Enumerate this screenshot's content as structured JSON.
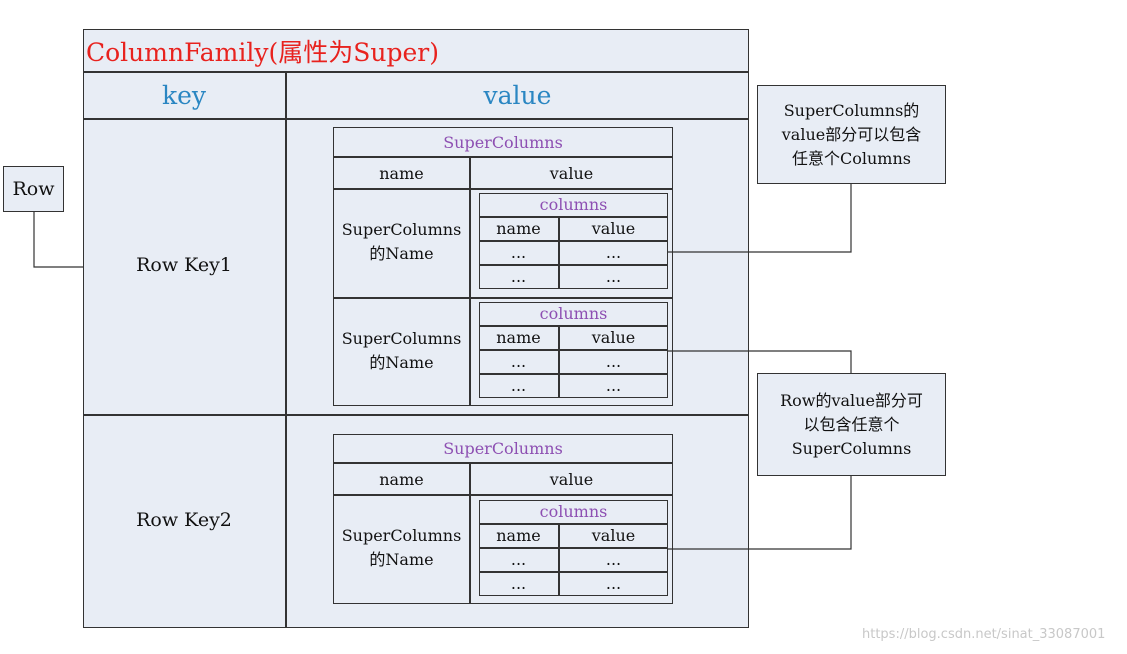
{
  "column_family": {
    "title": "ColumnFamily(属性为Super)",
    "key_header": "key",
    "value_header": "value",
    "rows": [
      {
        "key": "Row Key1",
        "super_columns": {
          "title": "SuperColumns",
          "name_header": "name",
          "value_header": "value",
          "entries": [
            {
              "name_line1": "SuperColumns",
              "name_line2": "的Name",
              "columns": {
                "title": "columns",
                "name_header": "name",
                "value_header": "value",
                "rows": [
                  [
                    "...",
                    "..."
                  ],
                  [
                    "...",
                    "..."
                  ]
                ]
              }
            },
            {
              "name_line1": "SuperColumns",
              "name_line2": "的Name",
              "columns": {
                "title": "columns",
                "name_header": "name",
                "value_header": "value",
                "rows": [
                  [
                    "...",
                    "..."
                  ],
                  [
                    "...",
                    "..."
                  ]
                ]
              }
            }
          ]
        }
      },
      {
        "key": "Row Key2",
        "super_columns": {
          "title": "SuperColumns",
          "name_header": "name",
          "value_header": "value",
          "entries": [
            {
              "name_line1": "SuperColumns",
              "name_line2": "的Name",
              "columns": {
                "title": "columns",
                "name_header": "name",
                "value_header": "value",
                "rows": [
                  [
                    "...",
                    "..."
                  ],
                  [
                    "...",
                    "..."
                  ]
                ]
              }
            }
          ]
        }
      }
    ]
  },
  "callouts": {
    "row_label": "Row",
    "supercolumns_note": [
      "SuperColumns的",
      "value部分可以包含",
      "任意个Columns"
    ],
    "row_note": [
      "Row的value部分可",
      "以包含任意个",
      "SuperColumns"
    ]
  },
  "watermark": "https://blog.csdn.net/sinat_33087001",
  "colors": {
    "title": "#e8221e",
    "header": "#2a86c2",
    "supercolumns_label": "#8d4fb2",
    "box_fill": "#e8edf5",
    "border": "#333333"
  }
}
